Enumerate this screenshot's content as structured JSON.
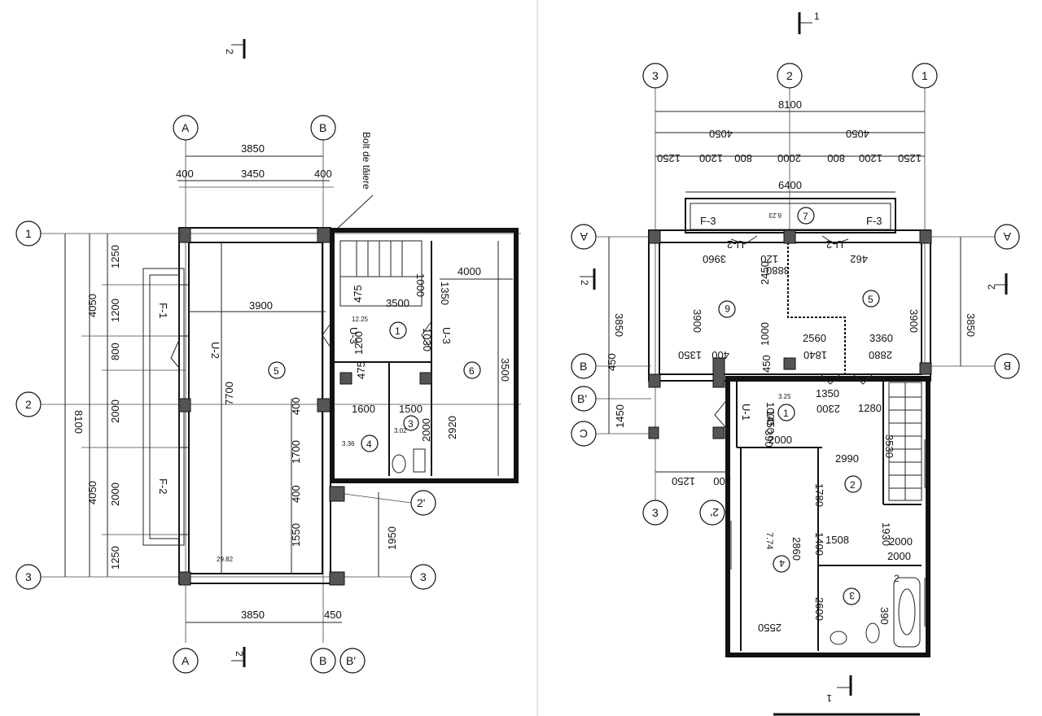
{
  "left_plan": {
    "annotation": "Bolt de tăiere",
    "axes": {
      "top": [
        "A",
        "B"
      ],
      "bottom": [
        "A",
        "B",
        "B'"
      ],
      "left": [
        "1",
        "2",
        "3"
      ],
      "right": [
        "2'",
        "3"
      ]
    },
    "section_marks": [
      "2",
      "2"
    ],
    "dims_top": [
      "3850",
      "400",
      "3450",
      "400"
    ],
    "dims_bottom": [
      "3850",
      "450"
    ],
    "dims_left_outer": [
      "8100"
    ],
    "dims_left_mid": [
      "4050",
      "4050"
    ],
    "dims_left_inner": [
      "1250",
      "1200",
      "800",
      "2000",
      "2000",
      "1250"
    ],
    "dims_interior": [
      "3900",
      "7700",
      "400",
      "1700",
      "400",
      "1550",
      "1950",
      "3500",
      "1200",
      "475",
      "475",
      "1600",
      "1500",
      "2000",
      "2920",
      "1000",
      "1350",
      "4000",
      "3500",
      "1030"
    ],
    "windows": [
      "F-1",
      "F-2"
    ],
    "doors": [
      "U-2",
      "U-3",
      "U-3"
    ],
    "rooms": [
      "5",
      "1",
      "4",
      "3",
      "6"
    ],
    "areas": [
      "29.82",
      "12.25",
      "3.36",
      "3.02"
    ]
  },
  "right_plan": {
    "axes": {
      "top": [
        "3",
        "2",
        "1"
      ],
      "left": [
        "A",
        "B",
        "B'",
        "C"
      ],
      "right": [
        "A",
        "B"
      ],
      "bottom": [
        "3",
        "2'"
      ]
    },
    "section_marks": [
      "1",
      "1",
      "2",
      "2"
    ],
    "dims_top": [
      "8100",
      "4050",
      "4050",
      "1250",
      "1200",
      "800",
      "2000",
      "800",
      "1200",
      "1250",
      "6400"
    ],
    "dims_left": [
      "3850",
      "450",
      "1450"
    ],
    "dims_right": [
      "3850"
    ],
    "dims_interior": [
      "3960",
      "120",
      "2450",
      "3900",
      "1350",
      "400",
      "1000",
      "450",
      "2560",
      "3360",
      "2880",
      "3900",
      "1350",
      "2300",
      "1280",
      "1000",
      "390",
      "2000",
      "3530",
      "2990",
      "1780",
      "1400",
      "2860",
      "1508",
      "1930",
      "2000",
      "2000",
      "2600",
      "390",
      "2550",
      "1250",
      "300",
      "1840",
      "3880",
      "462",
      "1450"
    ],
    "windows": [
      "F-3",
      "F-3"
    ],
    "doors": [
      "U-2",
      "U-2",
      "U-1"
    ],
    "rooms": [
      "7",
      "6",
      "5",
      "1",
      "2",
      "4",
      "3",
      "2"
    ],
    "areas": [
      "6.23",
      "3.25",
      "7.74"
    ]
  }
}
